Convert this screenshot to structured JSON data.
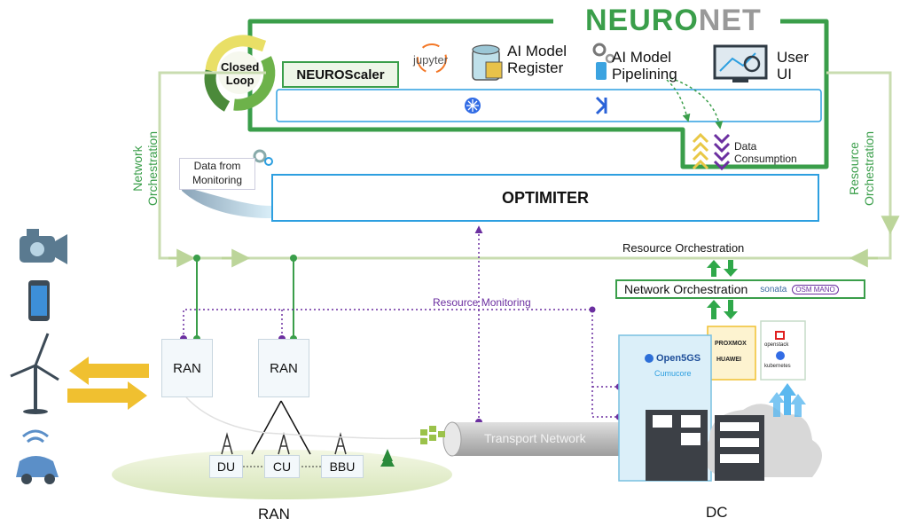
{
  "brand": {
    "part1": "NEURO",
    "part2": "NET"
  },
  "closed_loop": {
    "label": "Closed\nLoop"
  },
  "neuroscaler": {
    "label": "NEUROScaler"
  },
  "tools": {
    "jupyter": "jupyter",
    "ai_model_register": "AI Model\nRegister",
    "ai_model_pipelining": "AI Model\nPipelining",
    "user_ui": "User\nUI"
  },
  "data_consumption": "Data\nConsumption",
  "data_from_monitoring": "Data from\nMonitoring",
  "optimiter": "OPTIMITER",
  "network_orchestration_side": "Network\nOrchestration",
  "resource_orchestration_side": "Resource\nOrchestration",
  "resource_orchestration_top": "Resource Orchestration",
  "network_orchestration_box": {
    "label": "Network Orchestration",
    "logo1": "sonata",
    "logo2": "OSM MANO"
  },
  "resource_monitoring": "Resource Monitoring",
  "ran_boxes": [
    "RAN",
    "RAN"
  ],
  "ran_nodes": [
    "DU",
    "CU",
    "BBU"
  ],
  "transport_network": "Transport Network",
  "dc_logos": {
    "open5gs": "Open5GS",
    "cumucore": "Cumucore",
    "proxmox": "PROXMOX",
    "huawei": "HUAWEI",
    "openstack": "openstack",
    "kubernetes": "kubernetes"
  },
  "bottom_labels": {
    "ran": "RAN",
    "dc": "DC"
  },
  "colors": {
    "green": "#3a9e4a",
    "light_green": "#c9dcb0",
    "blue": "#2d9fe0",
    "purple": "#6b2fa0",
    "yellow": "#f0c030",
    "gray": "#999999"
  }
}
